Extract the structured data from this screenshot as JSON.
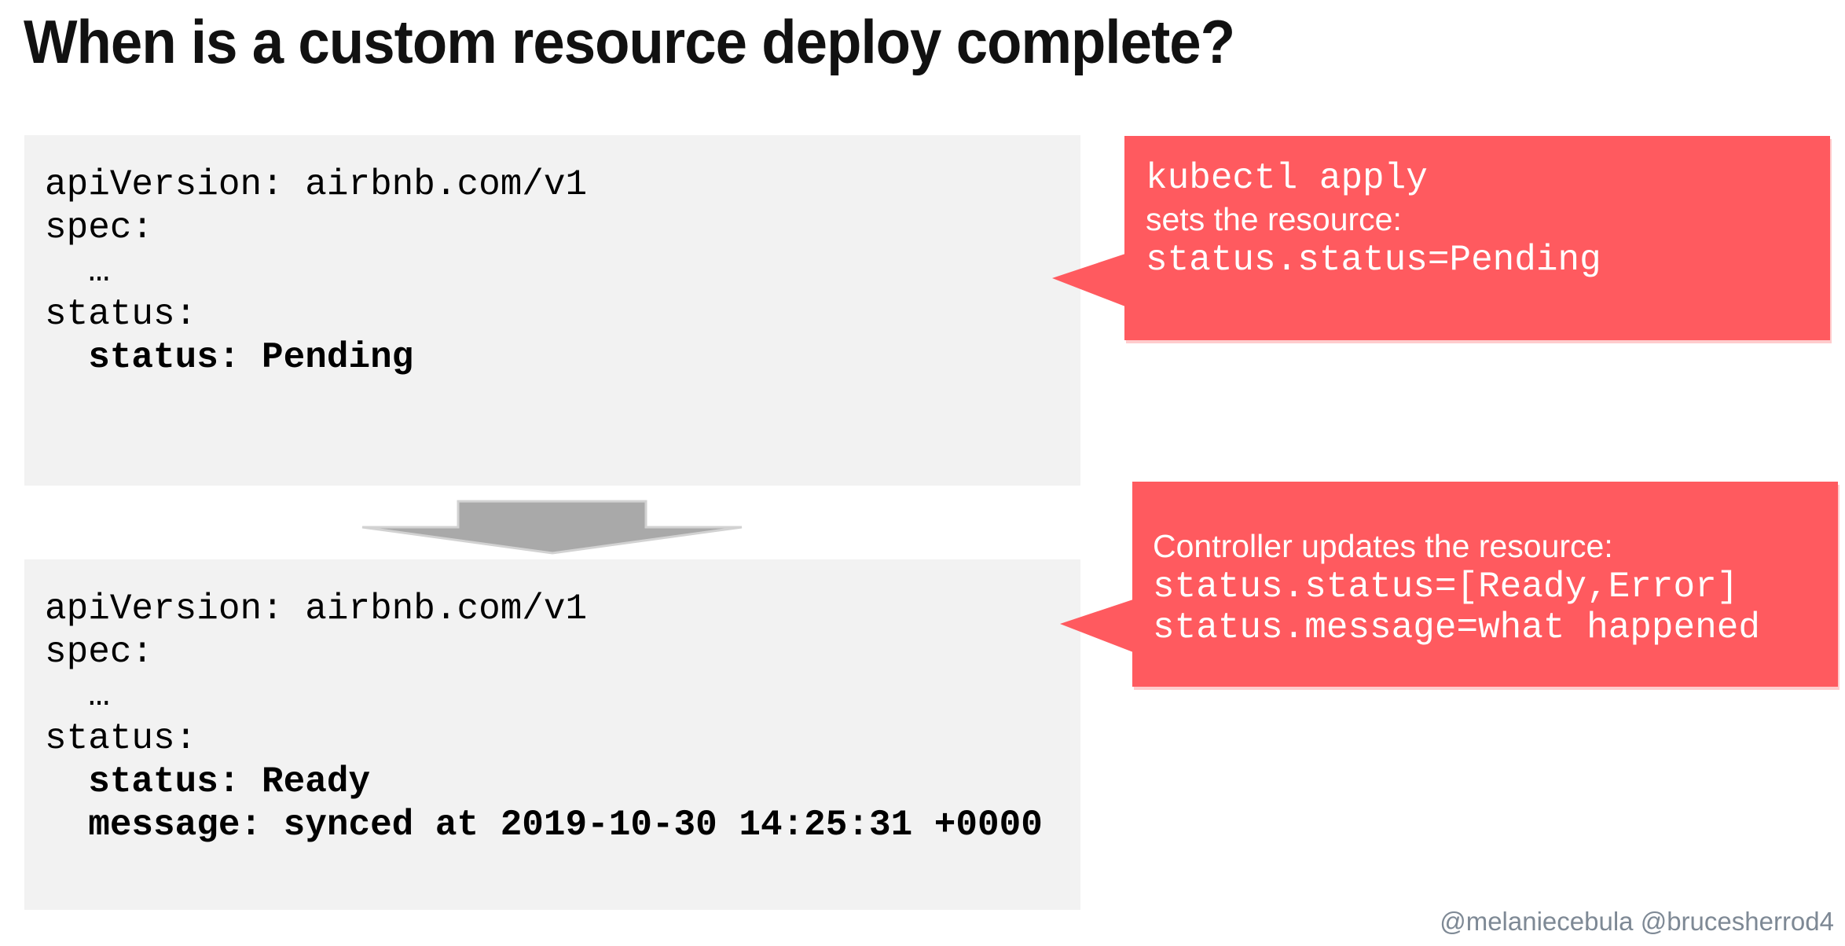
{
  "slide": {
    "title": "When is a custom resource deploy complete?",
    "footer": "@melaniecebula @brucesherrod4"
  },
  "code_blocks": [
    {
      "id": "resource-pending",
      "lines": [
        {
          "text": "apiVersion: airbnb.com/v1",
          "bold": false
        },
        {
          "text": "spec:",
          "bold": false
        },
        {
          "text": "  …",
          "bold": false
        },
        {
          "text": "status:",
          "bold": false
        },
        {
          "text": "  status: Pending",
          "bold": true
        }
      ]
    },
    {
      "id": "resource-ready",
      "lines": [
        {
          "text": "apiVersion: airbnb.com/v1",
          "bold": false
        },
        {
          "text": "spec:",
          "bold": false
        },
        {
          "text": "  …",
          "bold": false
        },
        {
          "text": "status:",
          "bold": false
        },
        {
          "text": "  status: Ready",
          "bold": true
        },
        {
          "text": "  message: synced at 2019-10-30 14:25:31 +0000",
          "bold": true
        }
      ]
    }
  ],
  "callouts": [
    {
      "id": "kubectl-apply",
      "lines": [
        {
          "text": "kubectl apply",
          "style": "mono"
        },
        {
          "text": "sets the resource:",
          "style": "sans"
        },
        {
          "text": "status.status=Pending",
          "style": "mono"
        }
      ]
    },
    {
      "id": "controller-updates",
      "lines": [
        {
          "text": "Controller updates the resource:",
          "style": "sans"
        },
        {
          "text": "status.status=[Ready,Error]",
          "style": "mono"
        },
        {
          "text": "status.message=what happened",
          "style": "mono"
        }
      ]
    }
  ],
  "icons": {
    "down_arrow": "block-arrow-down",
    "callout_pointer": "triangle-left"
  },
  "colors": {
    "callout_bg": "#FF5A5F",
    "code_bg": "#f2f2f2",
    "arrow_fill": "#a9a9a9",
    "arrow_outline": "#d2d2d2",
    "footer_text": "#7e8995",
    "title_text": "#111111"
  }
}
